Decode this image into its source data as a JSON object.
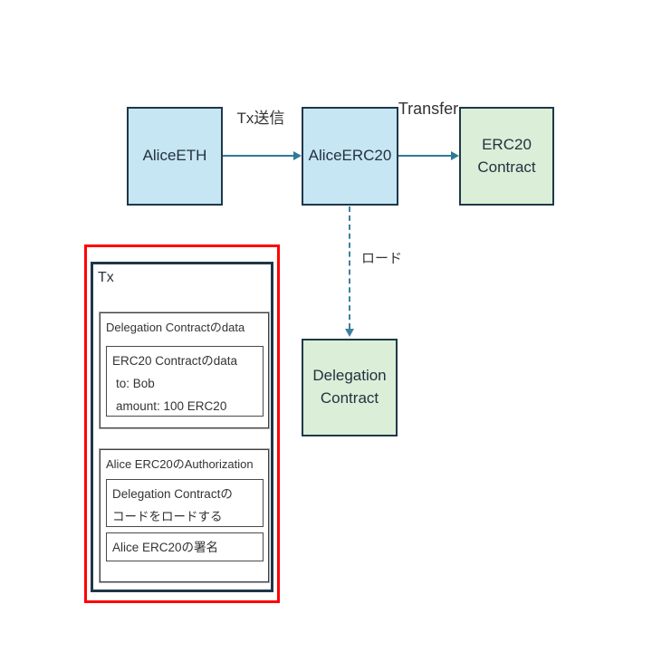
{
  "diagram": {
    "nodes": {
      "alice_eth": {
        "label": "AliceETH"
      },
      "alice_erc20": {
        "label": "AliceERC20"
      },
      "erc20_contract": {
        "label_line1": "ERC20",
        "label_line2": "Contract"
      },
      "delegation_contract": {
        "label_line1": "Delegation",
        "label_line2": "Contract"
      }
    },
    "edges": {
      "tx_send": {
        "label": "Tx送信"
      },
      "transfer": {
        "label": "Transfer"
      },
      "load": {
        "label": "ロード"
      }
    },
    "tx_panel": {
      "title": "Tx",
      "data_section": {
        "title": "Delegation Contractのdata",
        "inner": {
          "line1": "ERC20 Contractのdata",
          "line2": "to: Bob",
          "line3": "amount: 100 ERC20"
        }
      },
      "auth_section": {
        "title": "Alice ERC20のAuthorization",
        "load_box": {
          "line1": "Delegation Contractの",
          "line2": "コードをロードする"
        },
        "sign_box": {
          "label": "Alice ERC20の署名"
        }
      }
    },
    "colors": {
      "node_blue_fill": "#c5e6f2",
      "node_green_fill": "#dbeed7",
      "node_border": "#1f3849",
      "solid_arrow": "#2e7a99",
      "dashed_arrow": "#3e7fa1",
      "highlight_frame": "#ff0000",
      "panel_border": "#1f3747"
    }
  }
}
